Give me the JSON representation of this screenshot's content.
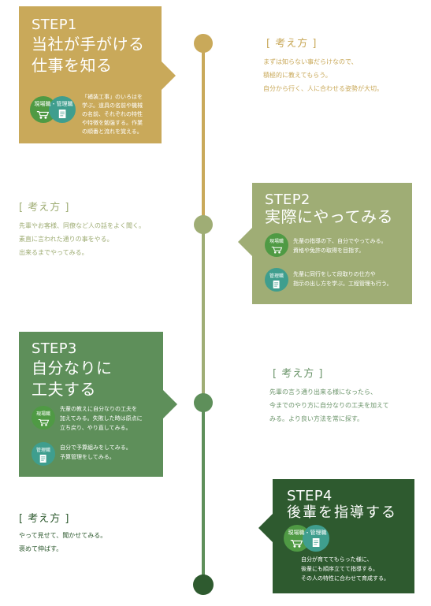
{
  "colors": {
    "step1": "#c9a95a",
    "step2": "#9fad75",
    "step3": "#5e8f5a",
    "step4": "#2e5a2f",
    "badge_green": "#4f9a44",
    "badge_teal": "#3f9e8e",
    "kangae1": "#c9a95a",
    "kangae2": "#9fad75",
    "kangae3": "#6b946a",
    "kangae4": "#2e5a2f"
  },
  "step1": {
    "label": "STEP1",
    "title": "当社が手がける\n仕事を知る",
    "badge_left": "現場職",
    "badge_right": "管理職",
    "badge_joined": "現場職・管理職",
    "desc": "「補装工事」のいろはを\n学ぶ。道具の名前や機械\nの名前、それぞれの特性\nや特徴を勉強する。作業\nの順番と流れを覚える。"
  },
  "kangae1": {
    "title": "[ 考え方 ]",
    "body": "まずは知らない事だらけなので、\n積極的に教えてもらう。\n自分から行く、人に合わせる姿勢が大切。"
  },
  "kangae2": {
    "title": "[ 考え方 ]",
    "body": "先輩やお客様、同僚など人の話をよく聞く。\n素直に言われた通りの事をやる。\n出来るまでやってみる。"
  },
  "step2": {
    "label": "STEP2",
    "title": "実際にやってみる",
    "badge1": "現場職",
    "desc1": "先輩の指導の下、自分でやってみる。\n資格や免許の取得を目指す。",
    "badge2": "管理職",
    "desc2": "先輩に同行をして段取りの仕方や\n指示の出し方を学ぶ。工程管理も行う。"
  },
  "step3": {
    "label": "STEP3",
    "title": "自分なりに\n工夫する",
    "badge1": "現場職",
    "desc1": "先輩の教えに自分なりの工夫を\n加えてみる。失敗した時は原点に\n立ち戻り、やり直してみる。",
    "badge2": "管理職",
    "desc2": "自分で予算組みをしてみる。\n予算管理をしてみる。"
  },
  "kangae3": {
    "title": "[ 考え方 ]",
    "body": "先輩の言う通り出来る様になったら、\n今までのやり方に自分なりの工夫を加えて\nみる。より良い方法を常に探す。"
  },
  "kangae4": {
    "title": "[ 考え方 ]",
    "body": "やって見せて、聞かせてみる。\n褒めて伸ばす。"
  },
  "step4": {
    "label": "STEP4",
    "title": "後輩を指導する",
    "badge_joined": "現場職・管理職",
    "desc": "自分が育ててもらった様に、\n後輩にも順序立てて指導する。\nその人の特性に合わせて育成する。"
  }
}
